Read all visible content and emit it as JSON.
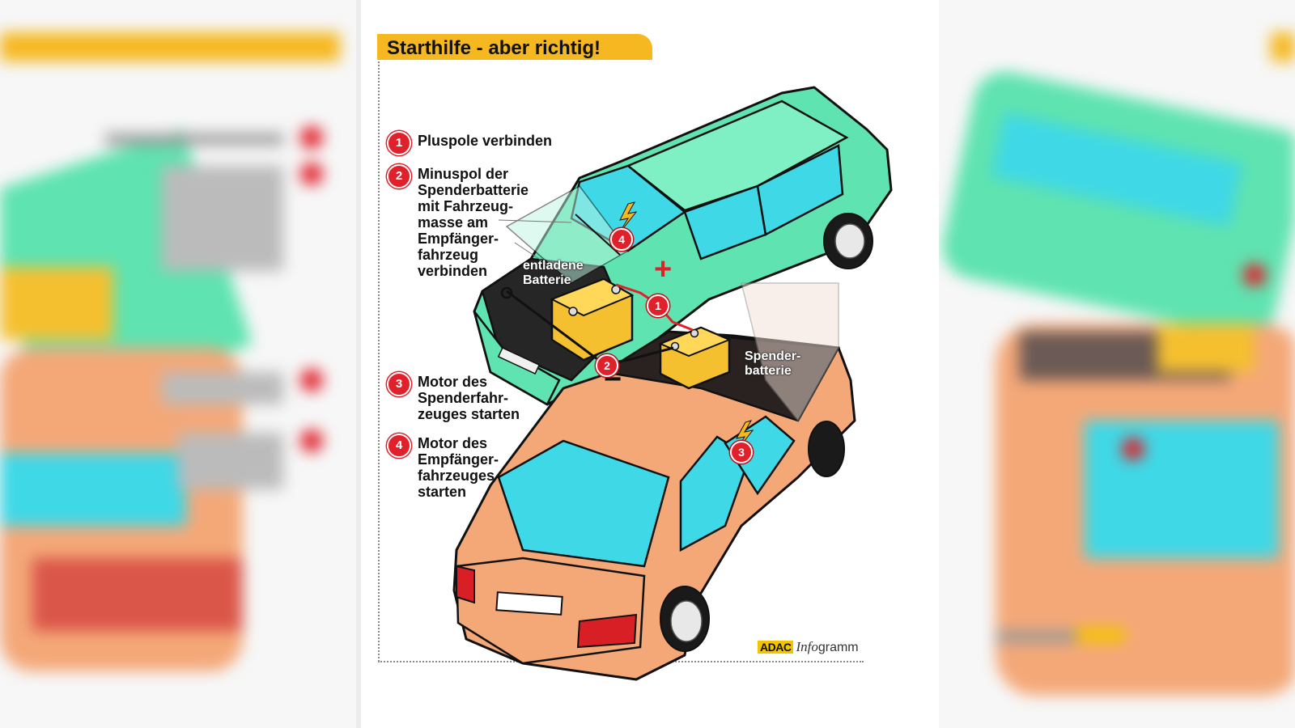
{
  "infographic": {
    "title": "Starthilfe - aber richtig!",
    "steps": [
      {
        "number": "1",
        "text": "Pluspole verbinden"
      },
      {
        "number": "2",
        "text": "Minuspol der\nSpenderbatterie\nmit Fahrzeug-\nmasse am\nEmpfänger-\nfahrzeug\nverbinden"
      },
      {
        "number": "3",
        "text": "Motor des\nSpenderfahr-\nzeuges starten"
      },
      {
        "number": "4",
        "text": "Motor des\nEmpfänger-\nfahrzeuges\nstarten"
      }
    ],
    "labels": {
      "discharged_battery": "entladene\nBatterie",
      "donor_battery": "Spender-\nbatterie",
      "plus_sign": "+",
      "minus_sign": "−"
    },
    "diagram_markers": {
      "marker_1": "1",
      "marker_2": "2",
      "marker_3": "3",
      "marker_4": "4"
    },
    "logo": {
      "brand": "ADAC",
      "info": "Info",
      "gramm": "gramm"
    }
  },
  "colors": {
    "title_bar": "#f5b820",
    "marker_red": "#e0202a",
    "green_car": "#5fe3b0",
    "orange_car": "#f4a878",
    "battery": "#f5c030",
    "glass": "#3fd8e6"
  }
}
